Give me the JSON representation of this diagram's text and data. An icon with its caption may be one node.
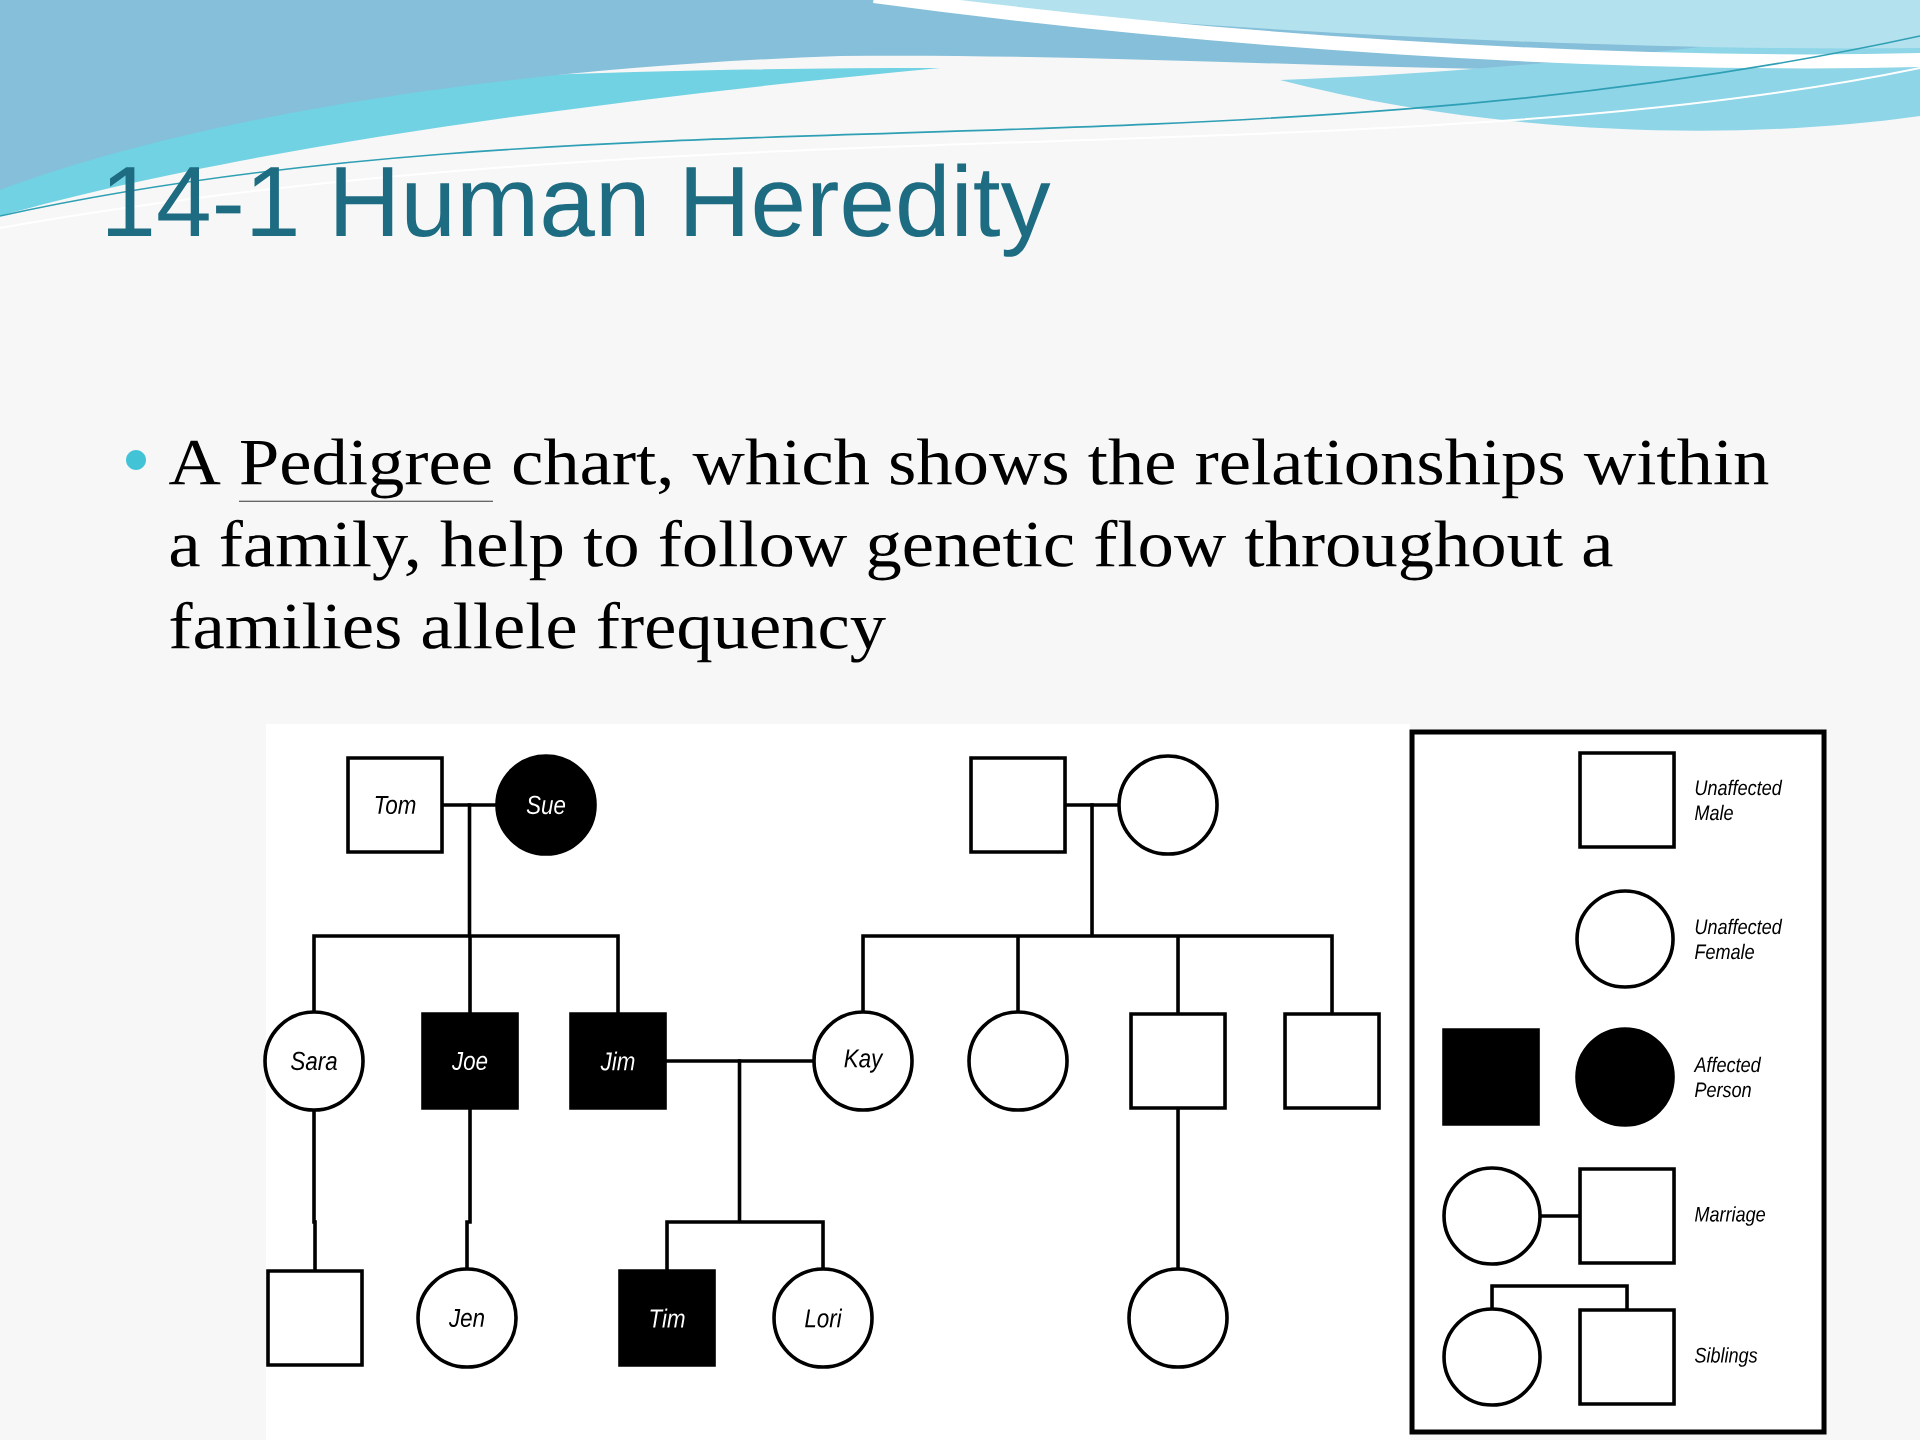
{
  "diagram": {
    "title": "14-1 Human Heredity",
    "nodes": [
      {
        "text": [
          "Tom"
        ]
      },
      {
        "text": [
          "Sue"
        ]
      },
      {
        "text": [],
        "shape": "box"
      },
      {
        "text": [],
        "shape": "circle"
      },
      {
        "text": [
          "Sara"
        ]
      },
      {
        "text": [
          "Joe"
        ]
      },
      {
        "text": [
          "Jim"
        ]
      },
      {
        "text": [
          "Kay"
        ]
      },
      {
        "text": [],
        "shape": "circle"
      },
      {
        "text": [],
        "shape": "box"
      },
      {
        "text": [],
        "shape": "box"
      },
      {
        "text": [],
        "shape": "box"
      },
      {
        "text": [
          "Jen"
        ]
      },
      {
        "text": [
          "Tim"
        ]
      },
      {
        "text": [
          "Lori"
        ]
      },
      {
        "text": [],
        "shape": "circle"
      }
    ],
    "edges": [
      {
        "from": 0,
        "to": 1,
        "arrow": "none"
      },
      {
        "from": 0,
        "to": 4,
        "arrow": "none"
      },
      {
        "from": 1,
        "to": 4,
        "arrow": "none"
      },
      {
        "from": 0,
        "to": 5,
        "arrow": "none"
      },
      {
        "from": 1,
        "to": 5,
        "arrow": "none"
      },
      {
        "from": 0,
        "to": 6,
        "arrow": "none"
      },
      {
        "from": 1,
        "to": 6,
        "arrow": "none"
      },
      {
        "from": 2,
        "to": 3,
        "arrow": "none"
      },
      {
        "from": 2,
        "to": 7,
        "arrow": "none"
      },
      {
        "from": 3,
        "to": 7,
        "arrow": "none"
      },
      {
        "from": 2,
        "to": 8,
        "arrow": "none"
      },
      {
        "from": 3,
        "to": 8,
        "arrow": "none"
      },
      {
        "from": 2,
        "to": 9,
        "arrow": "none"
      },
      {
        "from": 3,
        "to": 9,
        "arrow": "none"
      },
      {
        "from": 2,
        "to": 10,
        "arrow": "none"
      },
      {
        "from": 3,
        "to": 10,
        "arrow": "none"
      },
      {
        "from": 6,
        "to": 7,
        "arrow": "none"
      },
      {
        "from": 4,
        "to": 11,
        "arrow": "none"
      },
      {
        "from": 5,
        "to": 12,
        "arrow": "none"
      },
      {
        "from": 6,
        "to": 13,
        "arrow": "none"
      },
      {
        "from": 7,
        "to": 13,
        "arrow": "none"
      },
      {
        "from": 6,
        "to": 14,
        "arrow": "none"
      },
      {
        "from": 7,
        "to": 14,
        "arrow": "none"
      },
      {
        "from": 9,
        "to": 15,
        "arrow": "none"
      }
    ],
    "labels": [
      "A Pedigree chart, which shows the relationships within a family, help to follow genetic flow throughout a families allele frequency"
    ],
    "legend": [
      {
        "text": "Unaffected Male"
      },
      {
        "text": "Unaffected Female"
      },
      {
        "text": "Affected Person"
      },
      {
        "text": "Marriage"
      },
      {
        "text": "Siblings"
      }
    ]
  }
}
